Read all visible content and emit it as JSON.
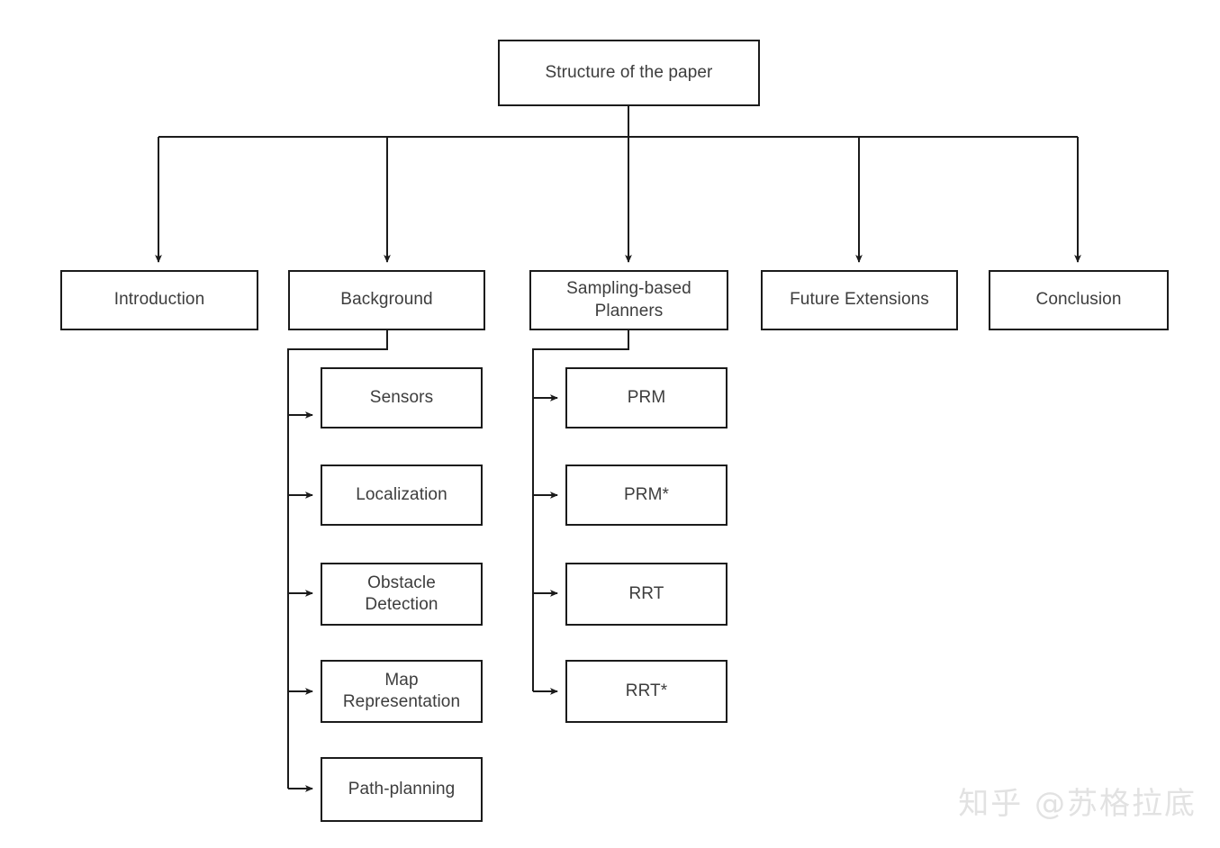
{
  "diagram": {
    "title": "Structure of the paper",
    "type": "tree-flowchart",
    "orientation": "top-down",
    "stroke_color": "#1b1b1b",
    "text_color": "#3d3d3d",
    "box_fill": "#ffffff",
    "background": "#ffffff"
  },
  "root": {
    "label": "Structure of the paper"
  },
  "level2": [
    {
      "label": "Introduction"
    },
    {
      "label": "Background"
    },
    {
      "label": "Sampling-based\nPlanners"
    },
    {
      "label": "Future Extensions"
    },
    {
      "label": "Conclusion"
    }
  ],
  "background_children": [
    {
      "label": "Sensors"
    },
    {
      "label": "Localization"
    },
    {
      "label": "Obstacle\nDetection"
    },
    {
      "label": "Map\nRepresentation"
    },
    {
      "label": "Path-planning"
    }
  ],
  "planner_children": [
    {
      "label": "PRM"
    },
    {
      "label": "PRM*"
    },
    {
      "label": "RRT"
    },
    {
      "label": "RRT*"
    }
  ],
  "watermark": {
    "text": "知乎 @苏格拉底"
  }
}
